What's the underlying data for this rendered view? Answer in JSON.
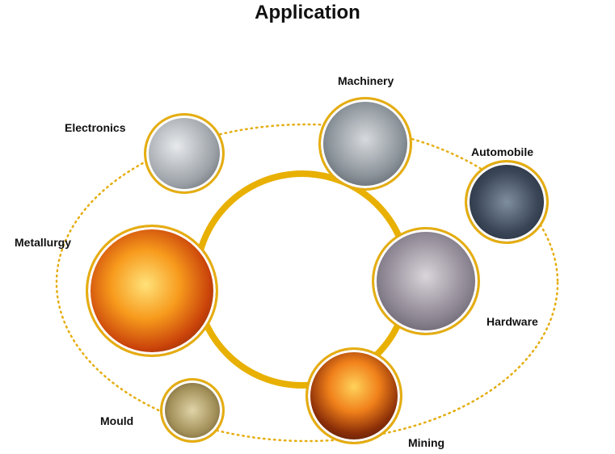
{
  "title": "Application",
  "colors": {
    "ring": "#e8b000",
    "dots": "#e5ad10"
  },
  "applications": [
    {
      "label": "Electronics"
    },
    {
      "label": "Machinery"
    },
    {
      "label": "Automobile"
    },
    {
      "label": "Metallurgy"
    },
    {
      "label": "Hardware"
    },
    {
      "label": "Mould"
    },
    {
      "label": "Mining"
    }
  ]
}
